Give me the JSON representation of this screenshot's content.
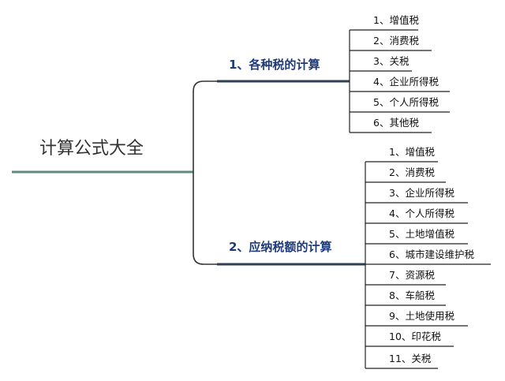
{
  "root": {
    "title": "计算公式大全"
  },
  "branches": [
    {
      "label": "1、各种税的计算",
      "items": [
        "1、增值税",
        "2、消费税",
        "3、关税",
        "4、企业所得税",
        "5、个人所得税",
        "6、其他税"
      ]
    },
    {
      "label": "2、应纳税额的计算",
      "items": [
        "1、增值税",
        "2、消费税",
        "3、企业所得税",
        "4、个人所得税",
        "5、土地增值税",
        "6、城市建设维护税",
        "7、资源税",
        "8、车船税",
        "9、土地使用税",
        "10、印花税",
        "11、关税"
      ]
    }
  ],
  "colors": {
    "root_line": "#5e8a80",
    "branch_line": "#2d3e55",
    "connector": "#333333",
    "leaf_line": "#222222",
    "branch_text": "#1e3a78"
  }
}
